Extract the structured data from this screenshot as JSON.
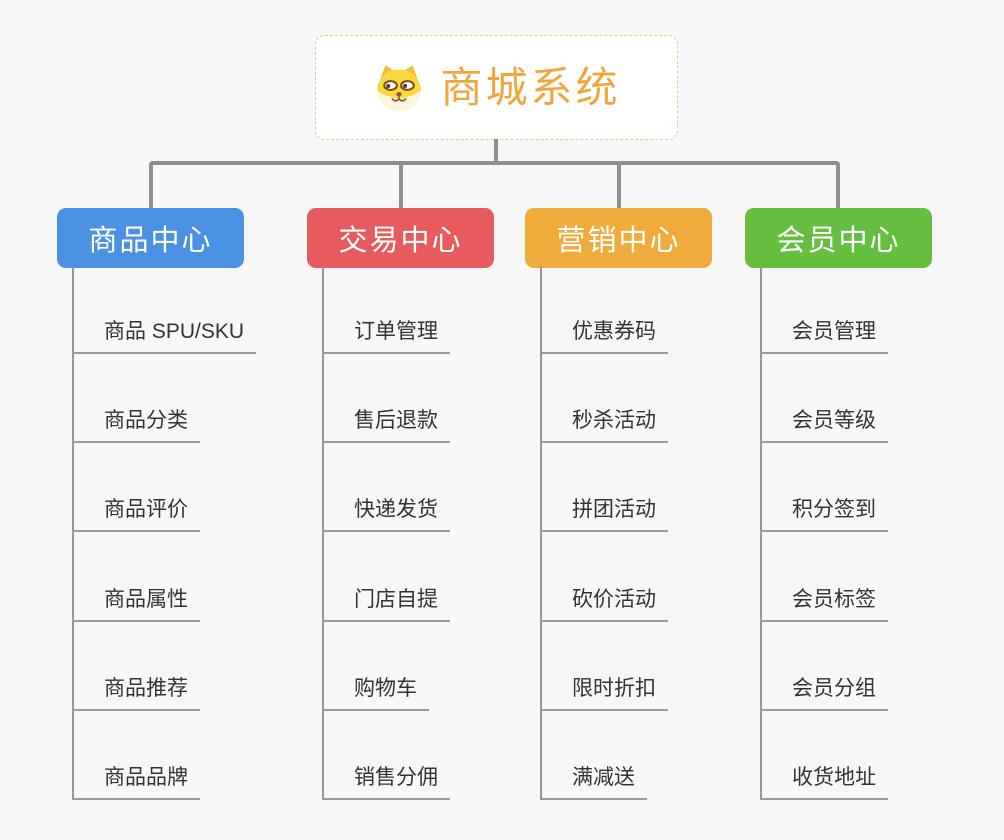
{
  "root": {
    "title": "商城系统",
    "icon": "shiba-dog-icon"
  },
  "branches": [
    {
      "label": "商品中心",
      "color": "#4b92e5",
      "items": [
        "商品 SPU/SKU",
        "商品分类",
        "商品评价",
        "商品属性",
        "商品推荐",
        "商品品牌"
      ]
    },
    {
      "label": "交易中心",
      "color": "#e75b5c",
      "items": [
        "订单管理",
        "售后退款",
        "快递发货",
        "门店自提",
        "购物车",
        "销售分佣"
      ]
    },
    {
      "label": "营销中心",
      "color": "#efac3c",
      "items": [
        "优惠券码",
        "秒杀活动",
        "拼团活动",
        "砍价活动",
        "限时折扣",
        "满减送"
      ]
    },
    {
      "label": "会员中心",
      "color": "#66be41",
      "items": [
        "会员管理",
        "会员等级",
        "积分签到",
        "会员标签",
        "会员分组",
        "收货地址"
      ]
    }
  ],
  "style": {
    "root_accent_color": "#f0a63d",
    "root_border_color": "#f1c580",
    "connector_color": "#8f8f8f",
    "leaf_line_color": "#9b9b9b",
    "leaf_text_color": "#333333",
    "background_color": "#f7f7f8"
  }
}
